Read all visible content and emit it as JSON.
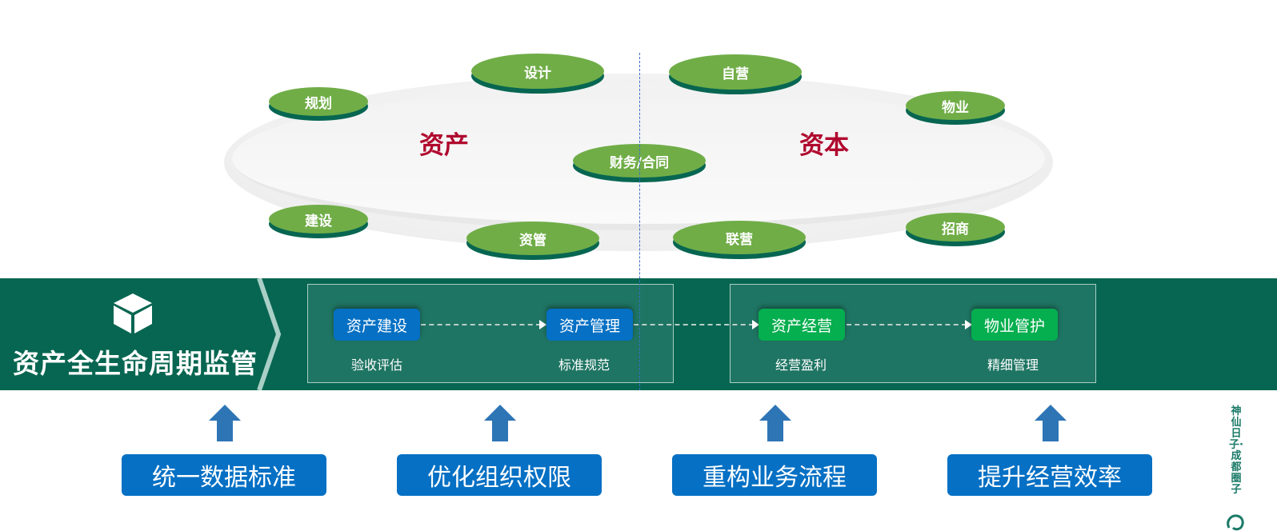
{
  "diagram": {
    "platform_labels": {
      "left": "资产",
      "right": "资本"
    },
    "discs": [
      {
        "id": "planning",
        "label": "规划"
      },
      {
        "id": "design",
        "label": "设计"
      },
      {
        "id": "self-operation",
        "label": "自营"
      },
      {
        "id": "property",
        "label": "物业"
      },
      {
        "id": "finance-contract",
        "label": "财务/合同"
      },
      {
        "id": "construction",
        "label": "建设"
      },
      {
        "id": "asset-management",
        "label": "资管"
      },
      {
        "id": "joint-operation",
        "label": "联营"
      },
      {
        "id": "investment-attraction",
        "label": "招商"
      }
    ],
    "band": {
      "title": "资产全生命周期监管",
      "icon": "cube-icon",
      "stages": [
        {
          "label": "资产建设",
          "sub": "验收评估",
          "color": "#0570c4"
        },
        {
          "label": "资产管理",
          "sub": "标准规范",
          "color": "#0570c4"
        },
        {
          "label": "资产经营",
          "sub": "经营盈利",
          "color": "#05ae4f"
        },
        {
          "label": "物业管护",
          "sub": "精细管理",
          "color": "#05ae4f"
        }
      ]
    },
    "goals": [
      "统一数据标准",
      "优化组织权限",
      "重构业务流程",
      "提升经营效率"
    ],
    "watermark": "神仙日子·成都圈子"
  },
  "colors": {
    "disc_green": "#70ad47",
    "disc_shadow": "#076651",
    "band": "#076651",
    "label_red": "#b0082e",
    "node_blue": "#0570c4",
    "node_green": "#05ae4f",
    "arrow_blue": "#2e75b6"
  }
}
